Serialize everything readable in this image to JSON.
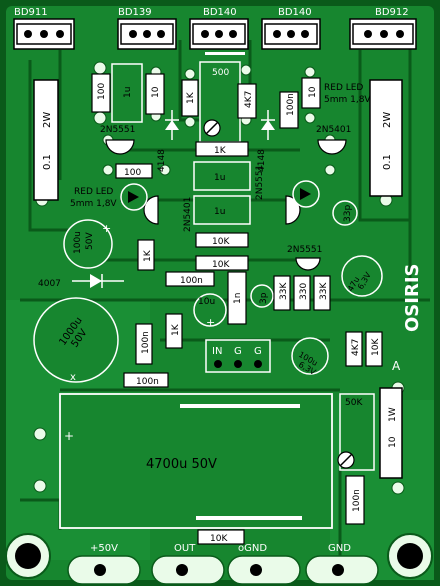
{
  "board": {
    "title": "OSIRIS",
    "colors": {
      "substrate": "#0a5a1a",
      "copper": "#17862f",
      "trace": "#1b8c33",
      "silk": "#ffffff",
      "text": "#0a0a0a",
      "hole": "#0f4d1a",
      "pad": "#eafbe9"
    }
  },
  "headers": [
    {
      "label": "BD911"
    },
    {
      "label": "BD139"
    },
    {
      "label": "BD140"
    },
    {
      "label": "BD140"
    },
    {
      "label": "BD912"
    }
  ],
  "labels": {
    "r100_a": "100",
    "c1u_a": "1u",
    "r10_a": "10",
    "r500": "500",
    "r4k7_a": "4K7",
    "r10_b": "10",
    "red_led_a": "RED LED",
    "red_led_a2": "5mm 1,8V",
    "c100n_a": "100n",
    "r1k_a": "1K",
    "r01_a": "0.1",
    "r2w_a": "2W",
    "r01_b": "0.1",
    "r2w_b": "2W",
    "q2n5551_a": "2N5551",
    "q2n5401_a": "2N5401",
    "d4148_a": "4148",
    "d4148_b": "4148",
    "r1k_b": "1K",
    "r100_b": "100",
    "red_led_b": "RED LED",
    "red_led_b2": "5mm 1,8V",
    "c1u_b": "1u",
    "q2n5551_b": "2N5551",
    "c1u_c": "1u",
    "q2n5401_b": "2N5401",
    "c33p": "33p",
    "r10k_a": "10K",
    "r10k_b": "10K",
    "c100u": "100u",
    "c100u_v": "50V",
    "r1k_c": "1K",
    "q2n5551_c": "2N5551",
    "c47u": "47u",
    "c47u_v": "6,3V",
    "d4007": "4007",
    "c100n_b": "100n",
    "c10u": "10u",
    "c1n": "1n",
    "c3p": "3p",
    "r33k_a": "33K",
    "r330": "330",
    "r33k_b": "33K",
    "c1000u": "1000u",
    "c1000u_v": "50V",
    "c100n_c": "100n",
    "r1k_d": "1K",
    "c10u_v": "+",
    "in": "IN",
    "g1": "G",
    "g2": "G",
    "c100u_b": "100u",
    "c100u_bv": "6,3V",
    "r4k7_b": "4K7",
    "r10k_c": "10K",
    "c100n_d": "100n",
    "label_a": "A",
    "r50k": "50K",
    "r10_c": "10",
    "r1w": "1W",
    "cap_main": "4700u  50V",
    "c100n_e": "100n",
    "r10k_d": "10K",
    "plus": "+",
    "plus2": "+",
    "minus_x": "x"
  },
  "terminals": [
    {
      "label": "+50V"
    },
    {
      "label": "OUT"
    },
    {
      "label": "oGND"
    },
    {
      "label": "GND"
    }
  ]
}
